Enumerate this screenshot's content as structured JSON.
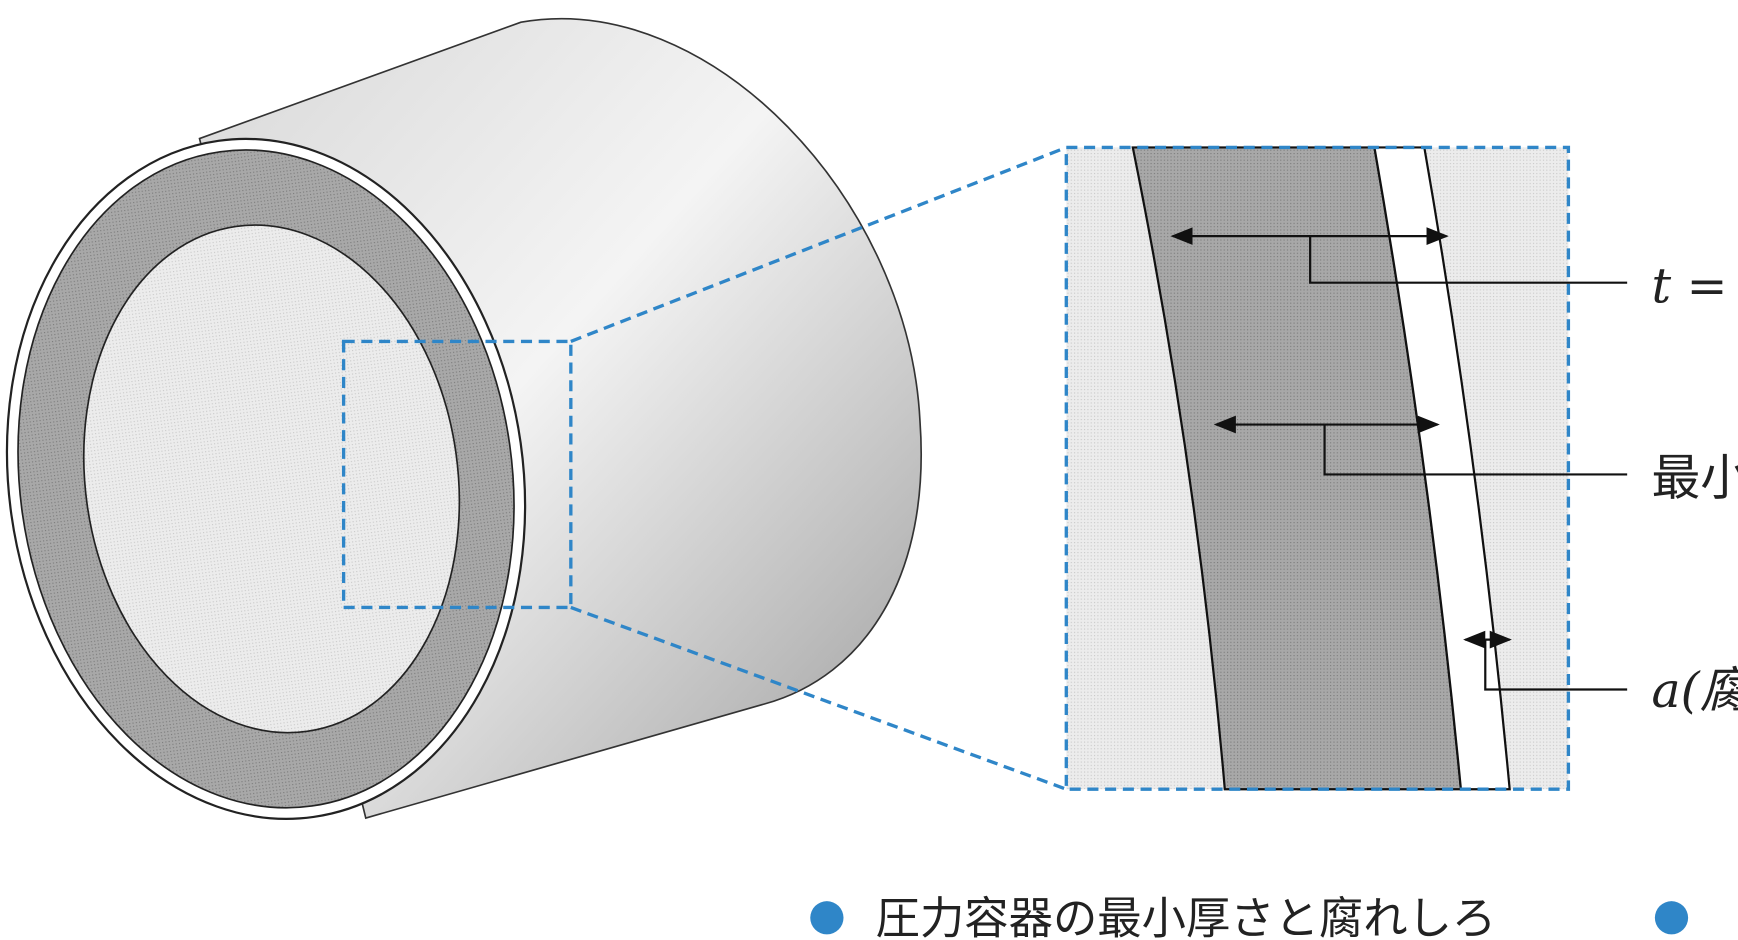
{
  "labels": {
    "thickness": "t =",
    "minimum": "最小",
    "corrosion": "a(腐"
  },
  "caption": "圧力容器の最小厚さと腐れしろ",
  "colors": {
    "accent_blue": "#2f86c8",
    "ring_gray": "#9a9a9a",
    "light_gray": "#e6e6e6"
  }
}
